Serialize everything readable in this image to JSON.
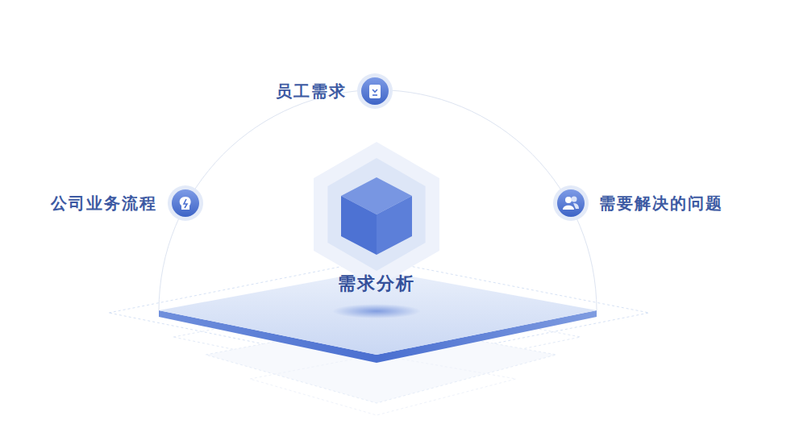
{
  "diagram": {
    "nodes": [
      {
        "text": [
          "员工需求"
        ]
      },
      {
        "text": [
          "公司业务流程"
        ]
      },
      {
        "text": [
          "需要解决的问题"
        ]
      },
      {
        "text": [
          "需求分析"
        ]
      }
    ]
  }
}
